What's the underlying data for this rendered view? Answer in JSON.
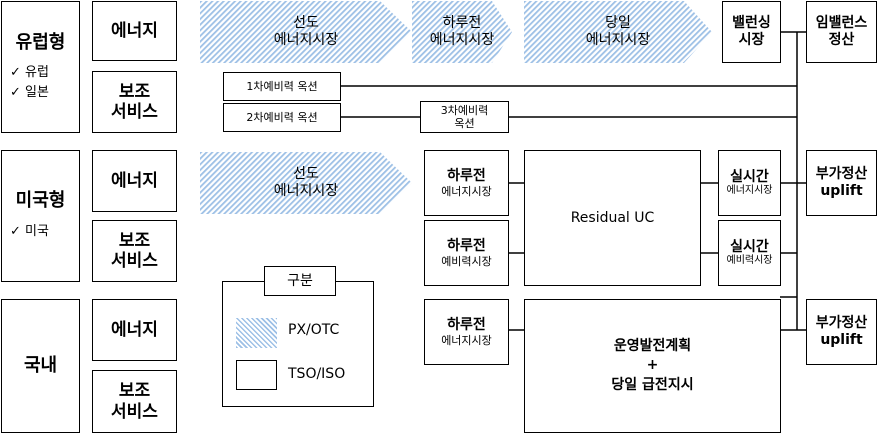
{
  "regions": {
    "eu": {
      "title": "유럽형",
      "subs": [
        "✓ 유럽",
        "✓ 일본"
      ]
    },
    "us": {
      "title": "미국형",
      "subs": [
        "✓ 미국"
      ]
    },
    "kr": {
      "title": "국내"
    }
  },
  "categories": {
    "energy": "에너지",
    "ancillary_1": "보조",
    "ancillary_2": "서비스"
  },
  "eu_row": {
    "forward_1": "선도",
    "forward_2": "에너지시장",
    "dayahead_1": "하루전",
    "dayahead_2": "에너지시장",
    "intraday_1": "당일",
    "intraday_2": "에너지시장",
    "balancing_1": "밸런싱",
    "balancing_2": "시장",
    "imbalance_1": "임밸런스",
    "imbalance_2": "정산",
    "reserve1": "1차예비력 옥션",
    "reserve2": "2차예비력 옥션",
    "reserve3_1": "3차예비력",
    "reserve3_2": "옥션"
  },
  "us_row": {
    "forward_1": "선도",
    "forward_2": "에너지시장",
    "da_energy_1": "하루전",
    "da_energy_2": "에너지시장",
    "da_reserve_1": "하루전",
    "da_reserve_2": "예비력시장",
    "residual": "Residual UC",
    "rt_energy_1": "실시간",
    "rt_energy_2": "에너지시장",
    "rt_reserve_1": "실시간",
    "rt_reserve_2": "예비력시장",
    "uplift_1": "부가정산",
    "uplift_2": "uplift"
  },
  "kr_row": {
    "da_energy_1": "하루전",
    "da_energy_2": "에너지시장",
    "plan_1": "운영발전계획",
    "plan_2": "+",
    "plan_3": "당일 급전지시",
    "uplift_1": "부가정산",
    "uplift_2": "uplift"
  },
  "legend": {
    "title": "구분",
    "hatched": "PX/OTC",
    "plain": "TSO/ISO"
  },
  "colors": {
    "hatch": "#9dc0e6",
    "line": "#000000"
  }
}
